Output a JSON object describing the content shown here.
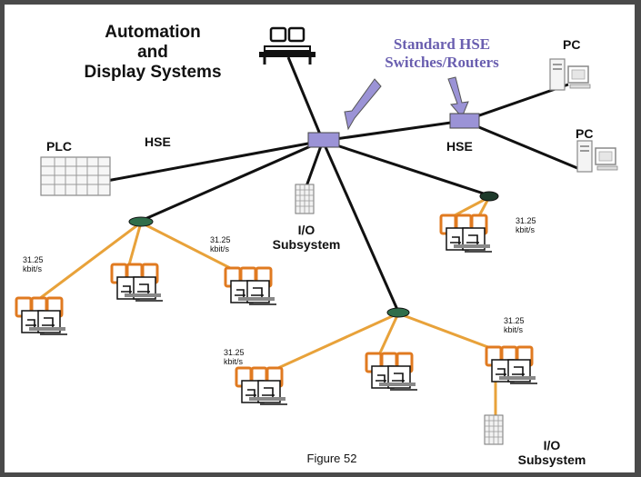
{
  "labels": {
    "automation": "Automation\nand\nDisplay Systems",
    "standard_hse": "Standard HSE\nSwitches/Routers",
    "pc_top": "PC",
    "pc_mid": "PC",
    "plc": "PLC",
    "hse_left": "HSE",
    "hse_right": "HSE",
    "io_center": "I/O\nSubsystem",
    "io_bottom": "I/O\nSubsystem",
    "speed_1": "31.25\nkbit/s",
    "speed_2": "31.25\nkbit/s",
    "speed_3": "31.25\nkbit/s",
    "speed_4": "31.25\nkbit/s",
    "speed_5": "31.25\nkbit/s",
    "caption": "Figure 52"
  },
  "colors": {
    "hse_line": "#111111",
    "fieldbus_line": "#e8a23a",
    "switch_fill": "#9b93d6",
    "coupler_fill": "#2f6e4a",
    "arrow_fill": "#9b93d6",
    "device_border": "#e07a20",
    "standard_text": "#6a5fb0"
  },
  "icons": [
    "workstation-icon",
    "plc-icon",
    "pc-icon",
    "io-subsystem-icon",
    "switch-icon",
    "coupler-icon",
    "field-device-icon",
    "arrow-icon"
  ]
}
